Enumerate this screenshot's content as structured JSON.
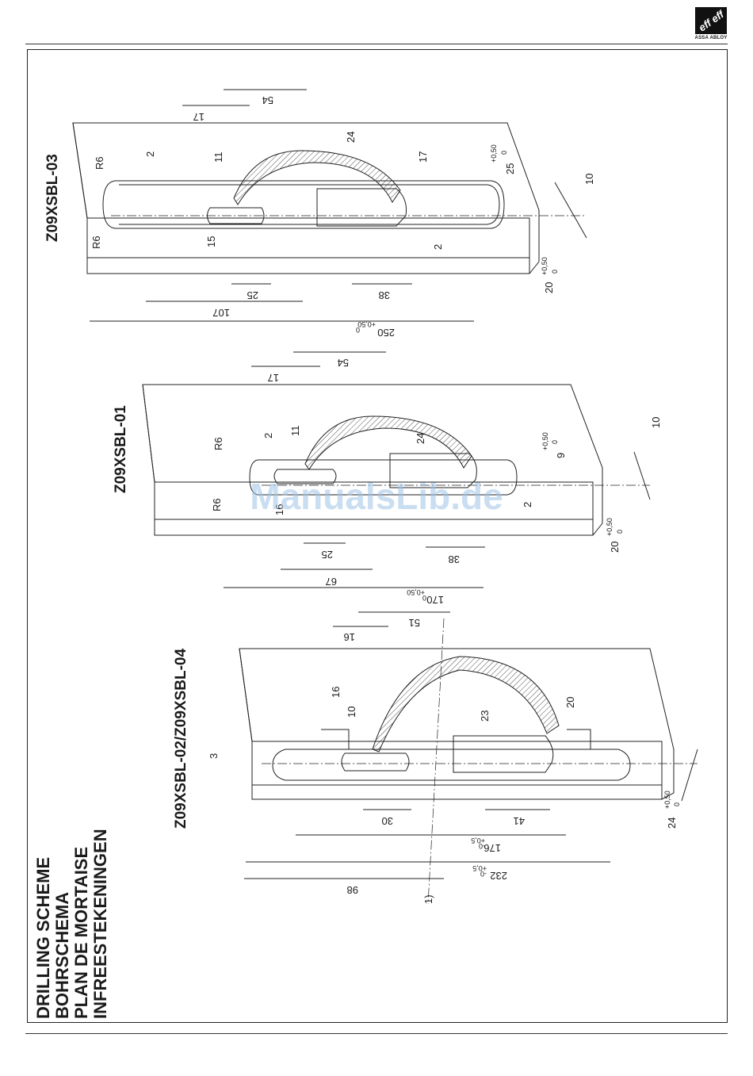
{
  "brand": {
    "logo_text": "eff eff",
    "subtitle": "ASSA ABLOY"
  },
  "title_lines": [
    "DRILLING SCHEME",
    "BOHRSCHEMA",
    "PLAN DE MORTAISE",
    "INFREESTEKENINGEN"
  ],
  "footnote": "1)",
  "watermark": "ManualsLib.de",
  "drawings": {
    "sbl03": {
      "label": "Z09XSBL-03",
      "dims": {
        "d17": "17",
        "d54": "54",
        "d24": "24",
        "d17b": "17",
        "d2a": "2",
        "d11": "11",
        "r6a": "R6",
        "r6b": "R6",
        "d15": "15",
        "d25": "25",
        "d38": "38",
        "d107": "107",
        "d2b": "2",
        "d250": "250",
        "d25t": "25",
        "d10": "10",
        "d20": "20"
      },
      "tols": {
        "t250": "+0,50",
        "t250b": "0",
        "t25a": "+0,50",
        "t25b": "0",
        "t20a": "+0,50",
        "t20b": "0"
      }
    },
    "sbl01": {
      "label": "Z09XSBL-01",
      "dims": {
        "d17": "17",
        "d54": "54",
        "d11": "11",
        "d2": "2",
        "d24": "24",
        "r6a": "R6",
        "r6b": "R6",
        "d16": "16",
        "d25": "25",
        "d38": "38",
        "d67": "67",
        "d2b": "2",
        "d170": "170",
        "d9": "9",
        "d10": "10",
        "d20": "20"
      },
      "tols": {
        "t170a": "+0,50",
        "t170b": "0",
        "t9a": "+0,50",
        "t9b": "0",
        "t20a": "+0,50",
        "t20b": "0"
      }
    },
    "sbl02": {
      "label": "Z09XSBL-02/Z09XSBL-04",
      "dims": {
        "d51": "51",
        "d16": "16",
        "d16b": "16",
        "d10": "10",
        "d3": "3",
        "d23": "23",
        "d20": "20",
        "d30": "30",
        "d41": "41",
        "d176": "176",
        "d232": "232",
        "d98": "98",
        "d24": "24"
      },
      "tols": {
        "t176a": "+0,5",
        "t176b": "-0",
        "t232a": "+0,5",
        "t232b": "-0",
        "t24a": "+0,50",
        "t24b": "0"
      }
    }
  }
}
